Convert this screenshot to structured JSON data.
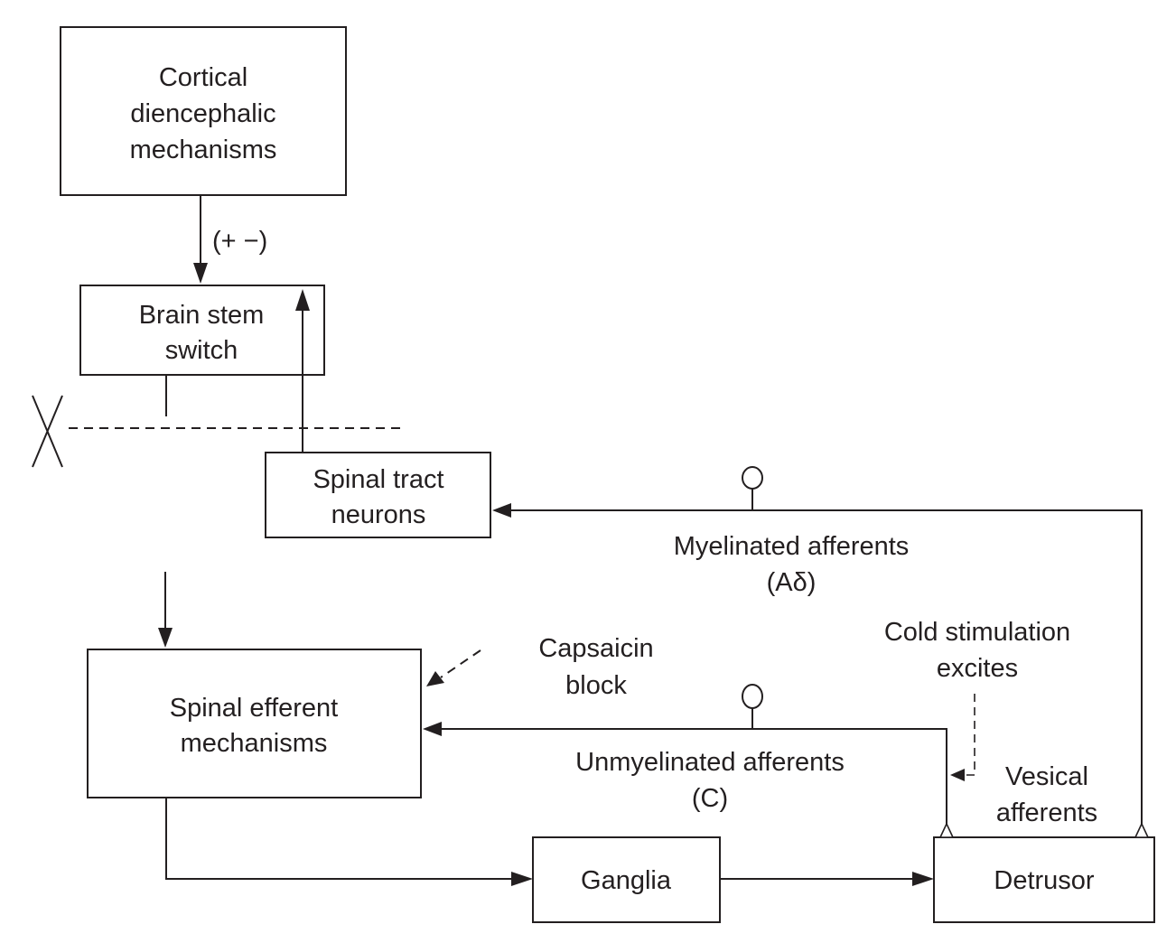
{
  "diagram": {
    "colors": {
      "ink": "#231f20",
      "background": "#ffffff"
    },
    "nodes": {
      "cortical": {
        "lines": [
          "Cortical",
          "diencephalic",
          "mechanisms"
        ]
      },
      "brainstem": {
        "lines": [
          "Brain stem",
          "switch"
        ]
      },
      "spinal_tract": {
        "lines": [
          "Spinal tract",
          "neurons"
        ]
      },
      "spinal_efferent": {
        "lines": [
          "Spinal efferent",
          "mechanisms"
        ]
      },
      "ganglia": {
        "lines": [
          "Ganglia"
        ]
      },
      "detrusor": {
        "lines": [
          "Detrusor"
        ]
      }
    },
    "labels": {
      "modulation": "(+ −)",
      "myelinated": [
        "Myelinated afferents",
        "(Aδ)"
      ],
      "unmyelinated": [
        "Unmyelinated afferents",
        "(C)"
      ],
      "capsaicin": [
        "Capsaicin",
        "block"
      ],
      "cold": [
        "Cold stimulation",
        "excites"
      ],
      "vesical": [
        "Vesical",
        "afferents"
      ]
    },
    "edges": [
      {
        "from": "cortical",
        "to": "brainstem",
        "label": "(+ −)",
        "style": "solid"
      },
      {
        "from": "spinal_tract",
        "to": "brainstem",
        "style": "solid"
      },
      {
        "from": "detrusor",
        "to": "spinal_tract",
        "label": "Myelinated afferents (Aδ)",
        "style": "solid"
      },
      {
        "from": "detrusor",
        "to": "spinal_efferent",
        "label": "Unmyelinated afferents (C)",
        "style": "solid"
      },
      {
        "from": "capsaicin",
        "to": "spinal_efferent",
        "style": "dashed"
      },
      {
        "from": "cold",
        "to": "vesical_afferents",
        "style": "dashed"
      },
      {
        "from": "spinal_efferent",
        "to": "ganglia",
        "style": "solid"
      },
      {
        "from": "ganglia",
        "to": "detrusor",
        "style": "solid"
      }
    ]
  }
}
